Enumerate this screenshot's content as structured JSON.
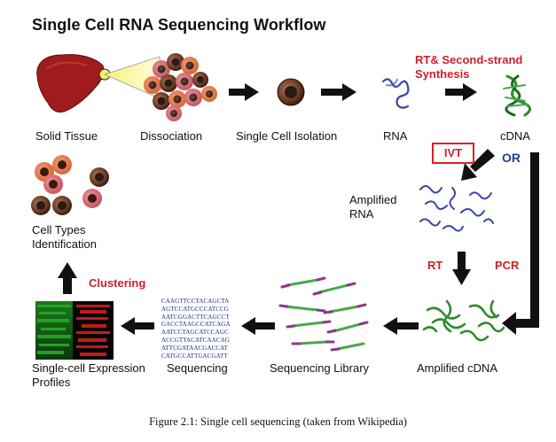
{
  "title": "Single Cell RNA Sequencing Workflow",
  "labels": {
    "solid_tissue": "Solid Tissue",
    "dissociation": "Dissociation",
    "single_cell_isolation": "Single Cell Isolation",
    "rna": "RNA",
    "cdna": "cDNA",
    "amplified_rna": "Amplified RNA",
    "cell_types": "Cell Types Identification",
    "amplified_cdna": "Amplified cDNA",
    "sequencing_library": "Sequencing Library",
    "sequencing": "Sequencing",
    "expression_profiles": "Single-cell Expression Profiles"
  },
  "steps": {
    "rt_second_strand": "RT& Second-strand Synthesis",
    "ivt": "IVT",
    "or": "OR",
    "rt": "RT",
    "pcr": "PCR",
    "clustering": "Clustering"
  },
  "sequence_lines": [
    "CAAGTTCCTACAGCTA",
    "AGTCCATGCCCATCCG",
    "AATCGGACTTCAGCCT",
    "GACCTAAGCCATCAGA",
    "AATCCTAGCATCCAGC",
    "ACCGTTACATCAACAG",
    "ATTCGATAACGACCAT",
    "CATGCCATTGACGATT"
  ],
  "caption": "Figure 2.1: Single cell sequencing (taken from Wikipedia)",
  "colors": {
    "step_red": "#d0202a",
    "or_blue": "#1f3f8f",
    "rna_blue": "#3a46a8",
    "cdna_green": "#2e8b2e",
    "liver": "#9b1b1b"
  }
}
